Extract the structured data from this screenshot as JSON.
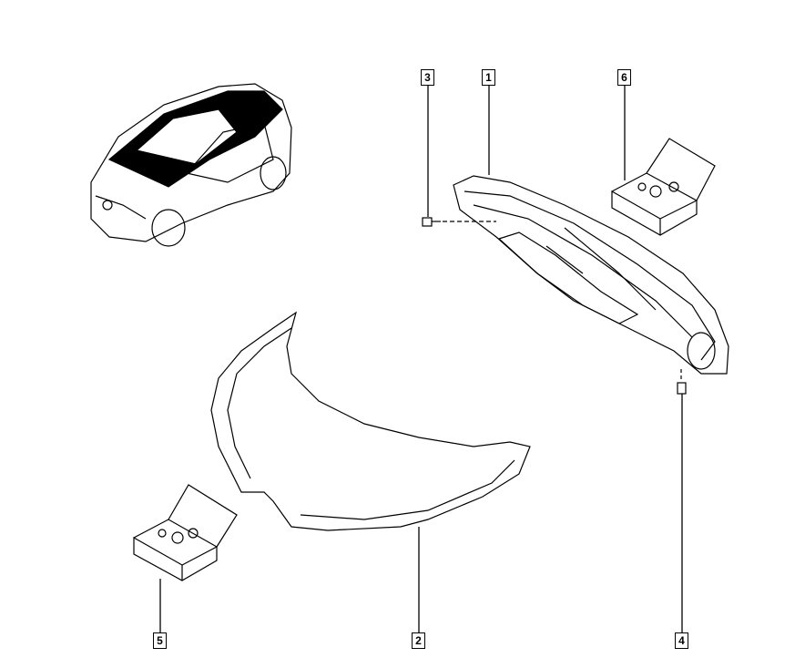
{
  "diagram": {
    "type": "exploded parts diagram",
    "callouts": [
      {
        "id": "1",
        "part": "bonnet-inner-panel"
      },
      {
        "id": "2",
        "part": "bonnet-outer-panel"
      },
      {
        "id": "3",
        "part": "clip"
      },
      {
        "id": "4",
        "part": "buffer"
      },
      {
        "id": "5",
        "part": "fastener-kit-box"
      },
      {
        "id": "6",
        "part": "fastener-kit-box"
      }
    ],
    "colors": {
      "line": "#000000",
      "background": "#ffffff"
    }
  }
}
